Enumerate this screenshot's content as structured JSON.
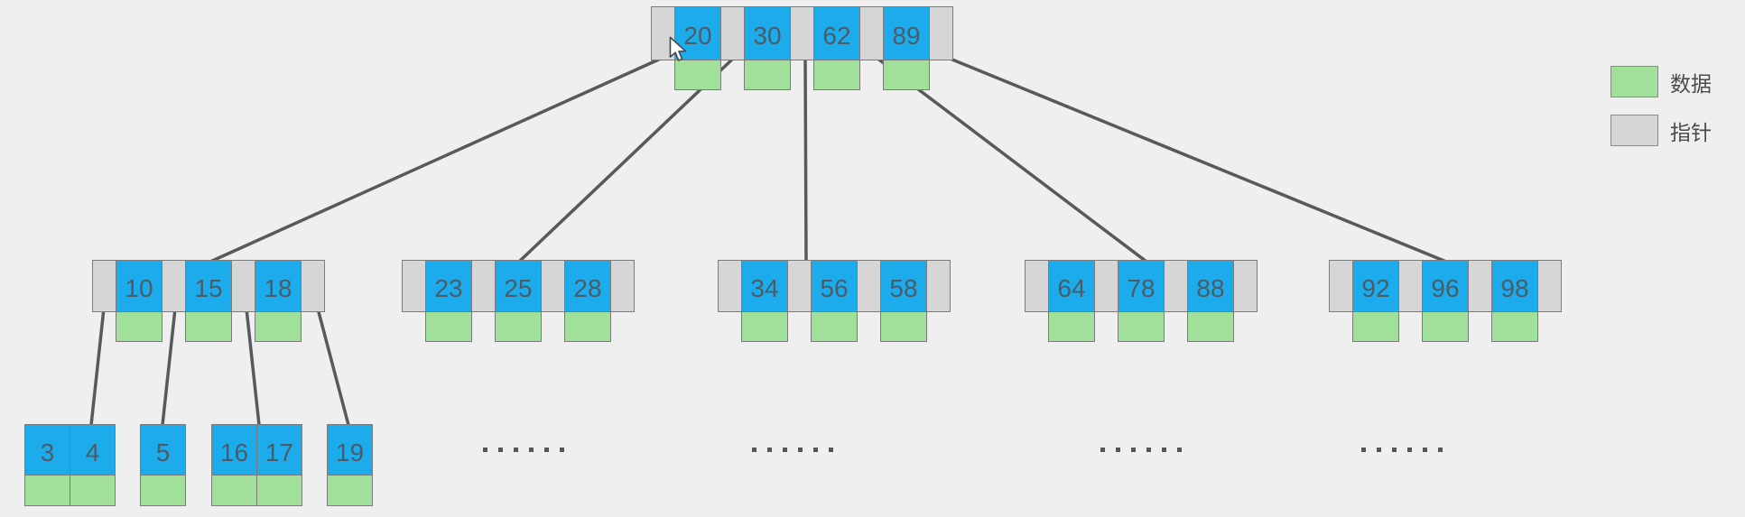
{
  "legend": {
    "items": [
      {
        "name": "data",
        "label": "数据",
        "color": "#A0E09A"
      },
      {
        "name": "pointer",
        "label": "指针",
        "color": "#D6D6D6"
      }
    ]
  },
  "tree": {
    "root": {
      "keys": [
        "20",
        "30",
        "62",
        "89"
      ]
    },
    "internal_nodes": [
      {
        "keys": [
          "10",
          "15",
          "18"
        ]
      },
      {
        "keys": [
          "23",
          "25",
          "28"
        ]
      },
      {
        "keys": [
          "34",
          "56",
          "58"
        ]
      },
      {
        "keys": [
          "64",
          "78",
          "88"
        ]
      },
      {
        "keys": [
          "92",
          "96",
          "98"
        ]
      }
    ],
    "leaf_nodes": [
      {
        "keys": [
          "3",
          "4"
        ]
      },
      {
        "keys": [
          "5"
        ]
      },
      {
        "keys": [
          "16",
          "17"
        ]
      },
      {
        "keys": [
          "19"
        ]
      }
    ],
    "ellipsis_groups": 4,
    "ellipsis_dots_per_group": 6
  },
  "colors": {
    "background": "#EFEFEF",
    "key_cell_blue": "#1CACEC",
    "data_cell_green": "#A0E09A",
    "pointer_cell_gray": "#D6D6D6",
    "cell_border": "#7B7B7B",
    "connector_line": "#58595B",
    "key_text": "#4C5B66"
  }
}
